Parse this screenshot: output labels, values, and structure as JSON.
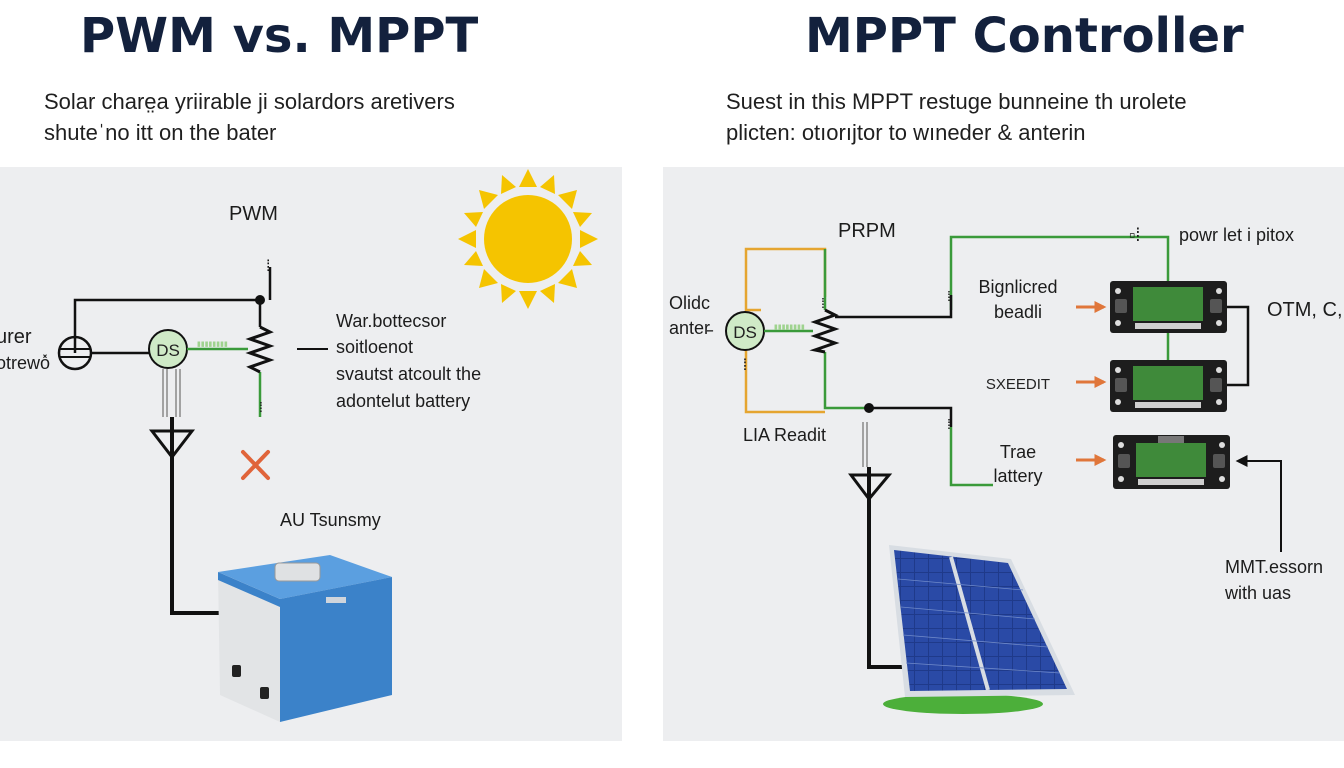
{
  "left": {
    "title": "PWM vs. MPPT",
    "subtitle": [
      "Solar chare̤a yriirable ji solardors aretivers",
      "shuteˈno itt on the bater"
    ],
    "diagram": {
      "header": "PWM",
      "source_label": [
        "urer",
        "otrewo̽"
      ],
      "ds_label": "DS",
      "annotation": [
        "War.bottecsor",
        "soitloenot",
        "svautst atcoult the",
        "adontelut battery"
      ],
      "load_label": "AU Tsunsmy"
    }
  },
  "right": {
    "title": "MPPT Controller",
    "subtitle": [
      "Suest in this MPPT restuge bunneine th urolete",
      "plicten: otıorıjtor to wıneder & anterin"
    ],
    "diagram": {
      "header": "PRPM",
      "source_label": [
        "Olidc",
        "anter̵"
      ],
      "ds_label": "DS",
      "readout_label": "LIA Readit",
      "module1_label": [
        "Bignlicred",
        "beadli"
      ],
      "module2_label": "SXEEDIT",
      "module3_label": [
        "Trae",
        "lattery"
      ],
      "top_note": "powr let i pitox",
      "side_note": "OTM, C,",
      "bottom_note": [
        "MMT.essorn",
        "with uas"
      ]
    }
  },
  "colors": {
    "title": "#13213d",
    "panel_bg": "#edeef0",
    "wire_green": "#3a9a3a",
    "wire_orange": "#e5a530",
    "arrow_orange": "#e0763a",
    "sun": "#f5c400",
    "battery_blue": "#3b82c9",
    "module_green": "#3f8a3a",
    "solar_blue": "#1f3a8a",
    "cross_red": "#e0643a"
  },
  "icons": [
    "sun-icon",
    "fuse-icon",
    "ds-switch-icon",
    "resistor-icon",
    "cross-icon",
    "battery-icon",
    "solar-panel-icon",
    "controller-module-icon"
  ]
}
